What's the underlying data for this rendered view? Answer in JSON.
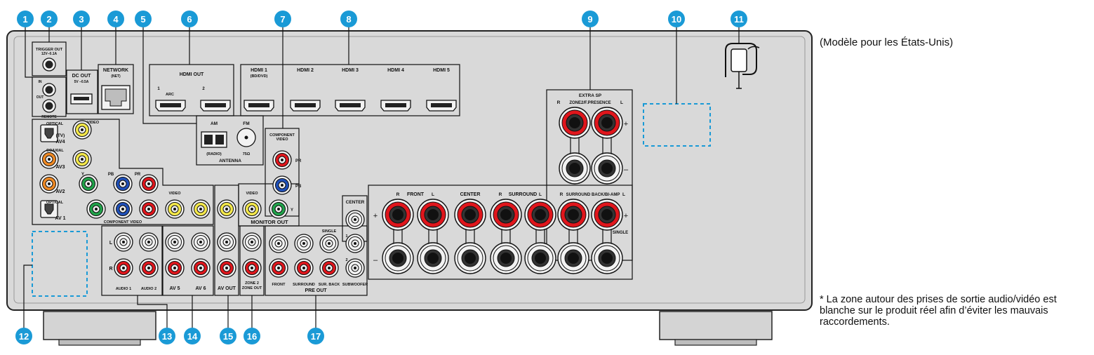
{
  "callouts": [
    "1",
    "2",
    "3",
    "4",
    "5",
    "6",
    "7",
    "8",
    "9",
    "10",
    "11",
    "12",
    "13",
    "14",
    "15",
    "16",
    "17"
  ],
  "colors": {
    "callout": "#1a9ad6",
    "panel": "#d9d9d9",
    "red_ring": "#e0161c",
    "dashed": "#1a9ad6"
  },
  "labels": {
    "trigger_out": "TRIGGER OUT",
    "trigger_spec": "12V–0.1A",
    "dc_out": "DC OUT",
    "dc_spec": "5V –0.5A",
    "network": "NETWORK",
    "network_sub": "(NET)",
    "remote_in": "IN",
    "remote_out": "OUT",
    "remote": "REMOTE",
    "hdmi_out": "HDMI OUT",
    "hdmi_out_1": "1",
    "hdmi_out_arc": "ARC",
    "hdmi_out_2": "2",
    "hdmi1": "HDMI 1",
    "hdmi1_sub": "(BD/DVD)",
    "hdmi2": "HDMI 2",
    "hdmi3": "HDMI 3",
    "hdmi4": "HDMI 4",
    "hdmi5": "HDMI 5",
    "am": "AM",
    "fm": "FM",
    "radio": "(RADIO)",
    "ohm": "75Ω",
    "antenna": "ANTENNA",
    "component_video_top": "COMPONENT",
    "component_video_top2": "VIDEO",
    "pr": "PR",
    "pb": "PB",
    "y": "Y",
    "video": "VIDEO",
    "monitor_out": "MONITOR OUT",
    "optical": "OPTICAL",
    "coaxial": "COAXIAL",
    "tv": "(TV)",
    "av4": "AV4",
    "av3": "AV3",
    "av2": "AV2",
    "av1": "AV 1",
    "component_video": "COMPONENT VIDEO",
    "audio1": "AUDIO 1",
    "audio2": "AUDIO 2",
    "av5": "AV 5",
    "av6": "AV 6",
    "av_out": "AV OUT",
    "zone2_out_1": "ZONE 2",
    "zone2_out_2": "ZONE OUT",
    "l": "L",
    "r": "R",
    "center_box": "CENTER",
    "single": "SINGLE",
    "pre_front": "FRONT",
    "pre_surround": "SURROUND",
    "pre_surback": "SUR. BACK",
    "pre_subwoofer": "SUBWOOFER",
    "pre_out": "PRE OUT",
    "sub_1": "1",
    "sub_2": "2",
    "extra_sp": "EXTRA SP",
    "zone2_presence": "ZONE2/F.PRESENCE",
    "front": "FRONT",
    "center": "CENTER",
    "surround": "SURROUND",
    "surround_back": "SURROUND BACK/BI-AMP",
    "single_sp": "SINGLE",
    "plus": "+",
    "minus": "–"
  },
  "notes": {
    "model": "(Modèle pour les États-Unis)",
    "footnote": "* La zone autour des prises de sortie audio/vidéo est blanche sur le produit réel afin d’éviter les mauvais raccordements."
  }
}
